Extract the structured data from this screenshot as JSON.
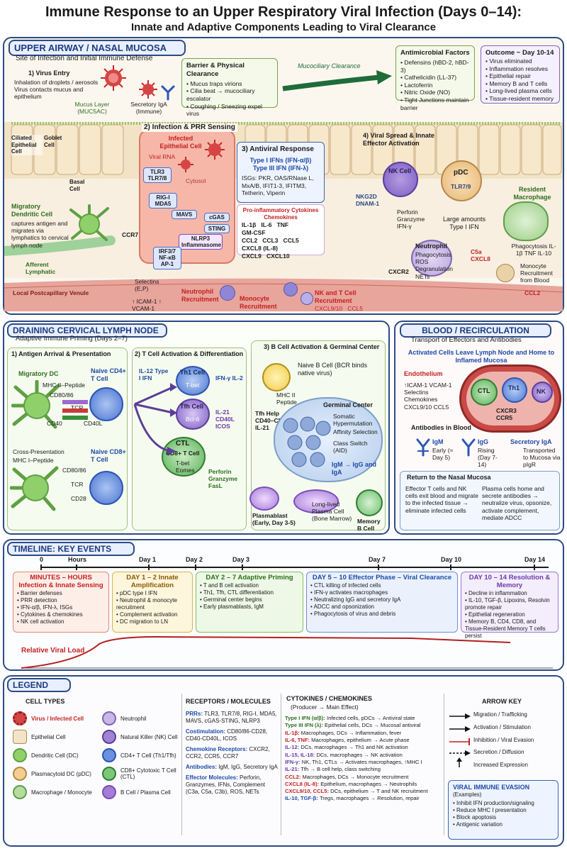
{
  "title": "Immune Response to an Upper Respiratory Viral Infection (Days 0–14):",
  "subtitle": "Innate and Adaptive Components Leading to Viral Clearance",
  "airway": {
    "header": "UPPER AIRWAY / NASAL MUCOSA",
    "sub": "Site of Infection and Initial Immune Defense",
    "virus_entry_title": "1) Virus Entry",
    "virus_entry_text": "Inhalation of droplets / aerosols Virus contacts mucus and epithelium",
    "mucus_label": "Mucus Layer (MUC5AC)",
    "iga_label": "Secretory IgA (Immune)",
    "barrier_title": "Barrier & Physical Clearance",
    "barrier_items": [
      "Mucus traps virions",
      "Cilia beat → mucociliary escalator",
      "Coughing / Sneezing expel virus"
    ],
    "mucociliary": "Mucociliary Clearance",
    "antimicrobial_title": "Antimicrobial Factors",
    "antimicrobial_items": [
      "Defensins (hBD-2, hBD-3)",
      "Cathelicidin (LL-37)",
      "Lactoferrin",
      "Nitric Oxide (NO)",
      "Tight Junctions maintain barrier"
    ],
    "outcome_title": "Outcome ~ Day 10-14",
    "outcome_items": [
      "Virus eliminated",
      "Inflammation resolves",
      "Epithelial repair",
      "Memory B and T cells",
      "Long-lived plasma cells",
      "Tissue-resident memory"
    ],
    "ciliated": "Ciliated Epithelial Cell",
    "goblet": "Goblet Cell",
    "basal": "Basal Cell",
    "infection_title": "2) Infection & PRR Sensing",
    "infected_cell": "Infected Epithelial Cell",
    "viral_rna": "Viral RNA",
    "cytosol": "Cytosol",
    "tlr": "TLR3 TLR7/8",
    "rig": "RIG-I MDA5",
    "mavs": "MAVS",
    "cgas": "cGAS",
    "sting": "STING",
    "nlrp3": "NLRP3 Inflammasome",
    "irf": "IRF3/7 NF-κB AP-1",
    "antiviral_title": "3) Antiviral Response",
    "ifn1": "Type I IFNs (IFN-α/β)",
    "ifn3": "Type III IFN (IFN-λ)",
    "isgs": "ISGs: PKR, OAS/RNase L, MxA/B, IFIT1-3, IFITM3, Tetherin, Viperin",
    "cyto_title": "Pro-inflammatory Cytokines Chemokines",
    "cyto_rows": [
      "IL-1β   IL-6   TNF",
      "GM-CSF",
      "CCL2   CCL3   CCL5",
      "CXCL8 (IL-8)",
      "CXCL9   CXCL10"
    ],
    "spread_title": "4) Viral Spread & Innate Effector Activation",
    "nk": "NK Cell",
    "nkg2d": "NKG2D DNAM-1",
    "perforin": "Perforin Granzyme IFN-γ",
    "pdc": "pDC",
    "tlr79": "TLR7/9",
    "pdc_text": "Large amounts Type I IFN",
    "macro": "Resident Macrophage",
    "macro_text": "Phagocytosis IL-1β   TNF IL-10",
    "neut": "Neutrophil",
    "neut_text": "Phagocytosis ROS   Degranulation NETs",
    "cxcr2": "CXCR2",
    "c5a": "C5a CXCL8",
    "monocyte_text": "Monocyte Recruitment from Blood",
    "ccl2": "CCL2",
    "dc_title": "Migratory Dendritic Cell",
    "dc_text": "captures antigen and migrates via lymphatics to cervical lymph node",
    "ccr7": "CCR7",
    "afferent": "Afferent Lymphatic",
    "venule": "Local Postcapillary Venule",
    "selectins": "Selectins (E,P)",
    "icam": "↑ ICAM-1 ↑ VCAM-1",
    "neut_recruit": "Neutrophil Recruitment",
    "mono_recruit": "Monocyte Recruitment",
    "nkt_recruit": "NK and T Cell Recruitment",
    "cxcl": "CXCL9/10   CCL5"
  },
  "lymph": {
    "header": "DRAINING CERVICAL LYMPH NODE",
    "sub": "Adaptive Immune Priming (Days 2–7)",
    "s1": "1) Antigen Arrival & Presentation",
    "migdc": "Migratory DC",
    "naive4": "Naive CD4+ T Cell",
    "mhc2": "MHC II–Peptide",
    "cd8086": "CD80/86",
    "tcr": "TCR",
    "cd40": "CD40",
    "cd40l": "CD40L",
    "crosspres": "Cross-Presentation",
    "mhc1": "MHC I–Peptide",
    "naive8": "Naive CD8+ T Cell",
    "cd80b": "CD80/86",
    "tcr2": "TCR",
    "cd28": "CD28",
    "s2": "2) T Cell Activation & Differentiation",
    "il12": "IL-12 Type I IFN",
    "th1": "Th1 Cell",
    "tbet": "T-bet",
    "ifng": "IFN-γ IL-2",
    "tfh": "Tfh Cell",
    "bcl6": "Bcl-6",
    "tfh_cyt": "IL-21 CD40L ICOS",
    "ctl": "CTL",
    "ctl_sub": "CD8+ T Cell",
    "tbet_eomes": "T-bet Eomes",
    "perf": "Perforin Granzyme FasL",
    "s3": "3) B Cell Activation & Germinal Center",
    "naiveb": "Naive B Cell (BCR binds native virus)",
    "mhc2p": "MHC II Peptide",
    "tfhhelp": "Tfh Help CD40–CD40L IL-21",
    "gc": "Germinal Center",
    "gc_items": [
      "Somatic Hypermutation",
      "Affinity Selection",
      "Class Switch (AID)"
    ],
    "igm": "IgM → IgG and IgA",
    "plasmablast": "Plasmablast (Early, Day 3-5)",
    "llpc": "Long-lived Plasma Cell (Bone Marrow)",
    "memb": "Memory B Cell"
  },
  "blood": {
    "header": "BLOOD / RECIRCULATION",
    "sub": "Transport of Effectors and Antibodies",
    "activated": "Activated Cells Leave Lymph Node and Home to Inflamed Mucosa",
    "endo": "Endothelium",
    "endo_text": "↑ICAM-1   VCAM-1 Selectins Chemokines CXCL9/10   CCL5",
    "ctl": "CTL",
    "th1": "Th1",
    "nk": "NK",
    "cxcr3": "CXCR3 CCR5",
    "ab_title": "Antibodies in Blood",
    "igm": "IgM",
    "igm_t": "Early (≈ Day 5)",
    "igg": "IgG",
    "igg_t": "Rising (Day 7-14)",
    "siga": "Secretory IgA",
    "siga_t": "Transported to Mucosa via pIgR",
    "return_title": "Return to the Nasal Mucosa",
    "ret1": "Effector T cells and NK cells exit blood and migrate to the infected tissue → eliminate infected cells",
    "ret2": "Plasma cells home and secrete antibodies → neutralize virus, opsonize, activate complement, mediate ADCC"
  },
  "timeline": {
    "header": "TIMELINE: KEY EVENTS",
    "ticks": [
      "0",
      "Hours",
      "Day 1",
      "Day 2",
      "Day 3",
      "Day 7",
      "Day 10",
      "Day 14"
    ],
    "cards": [
      {
        "title": "MINUTES – HOURS Infection & Innate Sensing",
        "items": [
          "Barrier defenses",
          "PRR detection",
          "IFN-α/β, IFN-λ, ISGs",
          "Cytokines & chemokines",
          "NK cell activation"
        ]
      },
      {
        "title": "DAY 1 – 2 Innate Amplification",
        "items": [
          "pDC type I IFN",
          "Neutrophil & monocyte recruitment",
          "Complement activation",
          "DC migration to LN"
        ]
      },
      {
        "title": "DAY 2 – 7 Adaptive Priming",
        "items": [
          "T and B cell activation",
          "Th1, Tfh, CTL differentiation",
          "Germinal center begins",
          "Early plasmablasts, IgM"
        ]
      },
      {
        "title": "DAY 5 – 10 Effector Phase – Viral Clearance",
        "items": [
          "CTL killing of infected cells",
          "IFN-γ activates macrophages",
          "Neutralizing IgG and secretory IgA",
          "ADCC and opsonization",
          "Phagocytosis of virus and debris"
        ]
      },
      {
        "title": "DAY 10 – 14 Resolution & Memory",
        "items": [
          "Decline in inflammation",
          "IL-10, TGF-β, Lipoxins, Resolvin promote repair",
          "Epithelial regeneration",
          "Memory B, CD4, CD8, and Tissue-Resident Memory T cells persist"
        ]
      }
    ],
    "viral_load": "Relative Viral Load"
  },
  "legend": {
    "header": "LEGEND",
    "cell_types_title": "CELL TYPES",
    "cells_left": [
      "Virus / Infected Cell",
      "Epithelial Cell",
      "Dendritic Cell (DC)",
      "Plasmacytoid DC (pDC)",
      "Macrophage / Monocyte"
    ],
    "cells_right": [
      "Neutrophil",
      "Natural Killer (NK) Cell",
      "CD4+ T Cell (Th1/Tfh)",
      "CD8+ Cytotoxic T Cell (CTL)",
      "B Cell / Plasma Cell"
    ],
    "receptors_title": "RECEPTORS / MOLECULES",
    "rec": [
      {
        "k": "PRRs:",
        "v": "TLR3, TLR7/8, RIG-I, MDA5, MAVS, cGAS-STING, NLRP3"
      },
      {
        "k": "Costimulation:",
        "v": "CD80/86-CD28, CD40-CD40L, ICOS"
      },
      {
        "k": "Chemokine Receptors:",
        "v": "CXCR2, CCR2, CCR5, CCR7"
      },
      {
        "k": "Antibodies:",
        "v": "IgM, IgG, Secretory IgA"
      },
      {
        "k": "Effector Molecules:",
        "v": "Perforin, Granzymes, IFNs, Complement (C3a, C5a, C3b), ROS, NETs"
      }
    ],
    "cyto_title": "CYTOKINES / CHEMOKINES",
    "cyto_sub": "(Producer → Main Effect)",
    "cyto": [
      {
        "k": "Type I IFN (α/β):",
        "v": "Infected cells, pDCs → Antiviral state"
      },
      {
        "k": "Type III IFN (λ):",
        "v": "Epithelial cells, DCs → Mucosal antiviral"
      },
      {
        "k": "IL-1β:",
        "v": "Macrophages, DCs → Inflammation, fever"
      },
      {
        "k": "IL-6, TNF:",
        "v": "Macrophages, epithelium → Acute phase"
      },
      {
        "k": "IL-12:",
        "v": "DCs, macrophages → Th1 and NK activation"
      },
      {
        "k": "IL-15, IL-18:",
        "v": "DCs, macrophages → NK activation"
      },
      {
        "k": "IFN-γ:",
        "v": "NK, Th1, CTLs → Activates macrophages, ↑MHC I"
      },
      {
        "k": "IL-21:",
        "v": "Tfh → B cell help, class switching"
      },
      {
        "k": "CCL2:",
        "v": "Macrophages, DCs → Monocyte recruitment"
      },
      {
        "k": "CXCL8 (IL-8):",
        "v": "Epithelium, macrophages → Neutrophils"
      },
      {
        "k": "CXCL9/10, CCL5:",
        "v": "DCs, epithelium → T and NK recruitment"
      },
      {
        "k": "IL-10, TGF-β:",
        "v": "Tregs, macrophages → Resolution, repair"
      }
    ],
    "arrow_title": "ARROW KEY",
    "arrows": [
      "Migration / Trafficking",
      "Activation / Stimulation",
      "Inhibition / Viral Evasion",
      "Secretion / Diffusion",
      "Increased Expression"
    ],
    "evasion_title": "VIRAL IMMUNE EVASION",
    "evasion_sub": "(Examples)",
    "evasion_items": [
      "Inhibit IFN production/signaling",
      "Reduce MHC I presentation",
      "Block apoptosis",
      "Antigenic variation"
    ]
  },
  "colors": {
    "navy": "#2c4a85",
    "virus": "#c62828",
    "epithelium": "#f3e4c8",
    "dc": "#7cc35a",
    "purple": "#7d5cc4",
    "blue": "#4a74d1",
    "green": "#5ab05a"
  }
}
